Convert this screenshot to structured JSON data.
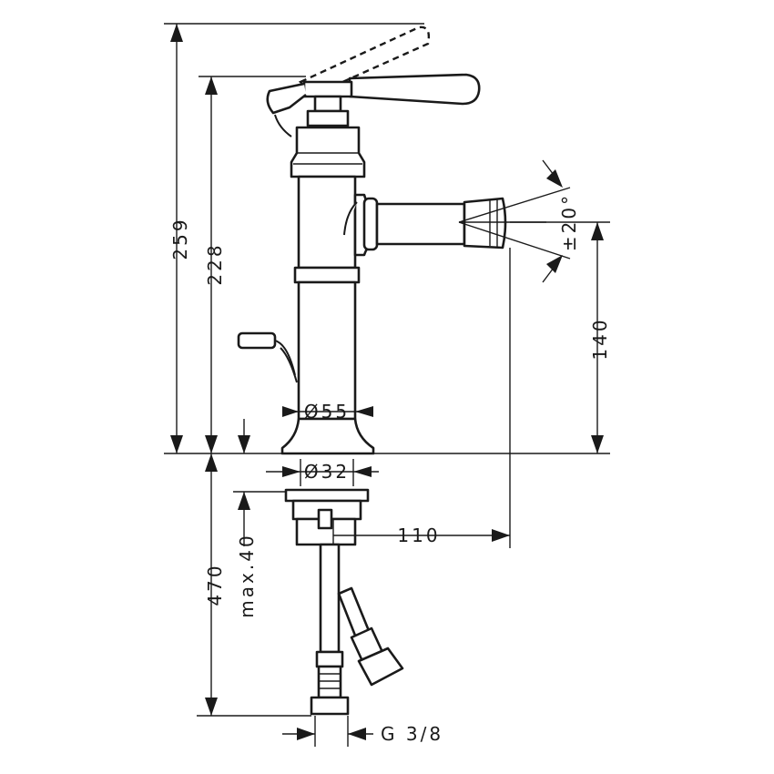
{
  "dimensions": {
    "height_total": "259",
    "height_spout": "228",
    "spout_height": "140",
    "swivel_angle": "±20°",
    "body_diameter": "Ø55",
    "shank_diameter": "Ø32",
    "spout_reach": "110",
    "max_thickness": "max.40",
    "hose_length": "470",
    "connection_thread": "G 3/8"
  }
}
